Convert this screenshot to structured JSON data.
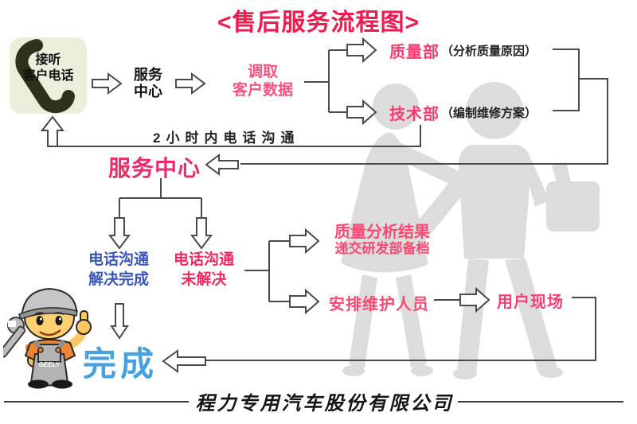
{
  "title": "<售后服务流程图>",
  "nodes": {
    "answer_call": {
      "line1": "接听",
      "line2": "客户电话"
    },
    "service_center_top": {
      "line1": "服务",
      "line2": "中心"
    },
    "retrieve_data": {
      "line1": "调取",
      "line2": "客户数据"
    },
    "quality_dept": {
      "label": "质量部",
      "note": "（分析质量原因）"
    },
    "tech_dept": {
      "label": "技术部",
      "note": "（编制维修方案）"
    },
    "two_hour_note": "2小时内电话沟通",
    "service_center": "服务中心",
    "resolved": {
      "line1": "电话沟通",
      "line2": "解决完成"
    },
    "unresolved": {
      "line1": "电话沟通",
      "line2": "未解决"
    },
    "quality_result": {
      "line1": "质量分析结果",
      "line2": "递交研发部备档"
    },
    "arrange_staff": "安排维护人员",
    "user_site": "用户现场",
    "complete": "完成"
  },
  "footer": {
    "company": "程力专用汽车股份有限公司"
  },
  "mascot": {
    "brand": "GEELY"
  },
  "colors": {
    "title_red": "#ec1c4f",
    "flow_pink": "#f43d6e",
    "service_center_pink": "#e62e6b",
    "resolved_blue": "#3b57b5",
    "complete_blue": "#4aa0dd",
    "line_grey": "#4a4a4a",
    "phone_box_bg": "#eceedb",
    "silhouette_grey": "#dcdcdc"
  }
}
